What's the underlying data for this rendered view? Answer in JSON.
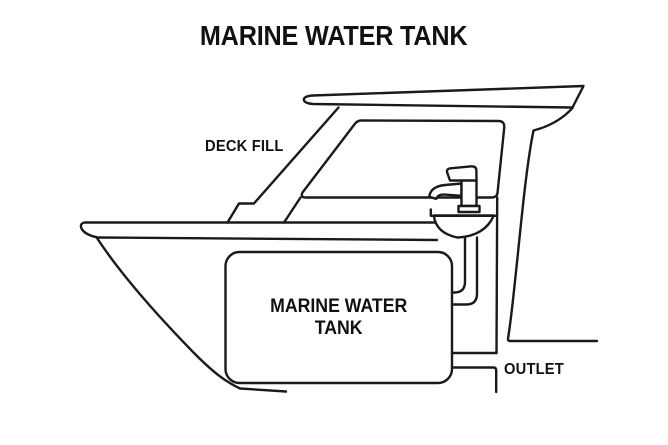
{
  "title": "MARINE WATER TANK",
  "diagram": {
    "labels": {
      "deck_fill": "DECK FILL",
      "tank_line1": "MARINE WATER",
      "tank_line2": "TANK",
      "outlet": "OUTLET"
    }
  },
  "colors": {
    "background": "#ffffff",
    "line": "#1a1a1a",
    "text": "#111111"
  }
}
